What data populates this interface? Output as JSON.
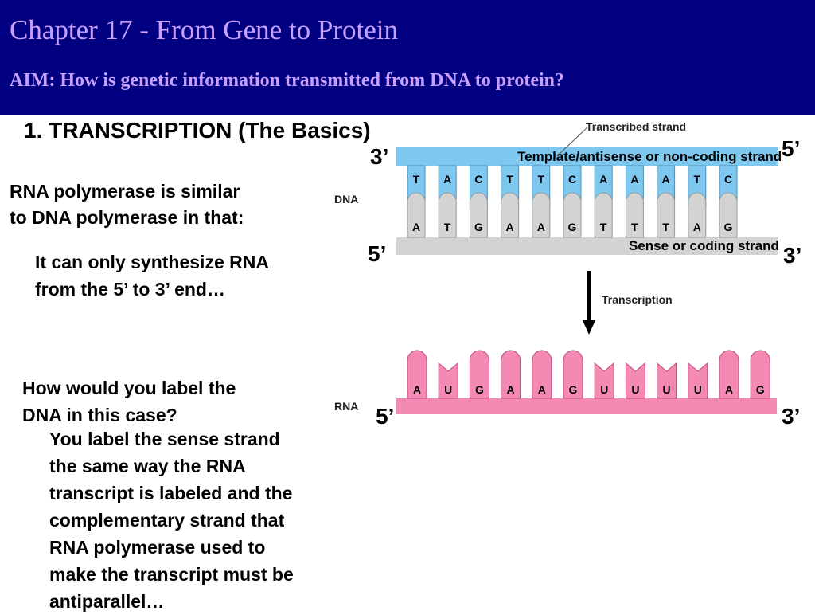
{
  "slide": {
    "title": "Chapter 17 - From Gene to Protein",
    "aim": "AIM: How is genetic information transmitted from DNA to protein?",
    "section_heading": "1. TRANSCRIPTION (The Basics)",
    "question1": [
      "RNA polymerase is similar",
      "to DNA polymerase in that:"
    ],
    "answer1": [
      "It can only synthesize RNA",
      "from the 5’ to 3’ end…"
    ],
    "question2": [
      "How would you label the",
      "DNA in this case?"
    ],
    "answer2": [
      "You label the sense strand",
      "the same way the RNA",
      "transcript is labeled and the",
      "complementary strand that",
      "RNA polymerase used to",
      "make the transcript must be",
      "antiparallel…"
    ]
  },
  "diagram": {
    "labels": {
      "transcribed_strand": "Transcribed strand",
      "template_strand": "Template/antisense or non-coding strand",
      "sense_strand": "Sense or coding strand",
      "dna": "DNA",
      "rna": "RNA",
      "transcription": "Transcription",
      "template_left_end": "3’",
      "template_right_end": "5’",
      "sense_left_end": "5’",
      "sense_right_end": "3’",
      "rna_left_end": "5’",
      "rna_right_end": "3’"
    },
    "template_bases": [
      "T",
      "A",
      "C",
      "T",
      "T",
      "C",
      "A",
      "A",
      "A",
      "T",
      "C"
    ],
    "coding_bases": [
      "A",
      "T",
      "G",
      "A",
      "A",
      "G",
      "T",
      "T",
      "T",
      "A",
      "G"
    ],
    "rna_bases": [
      "A",
      "U",
      "G",
      "A",
      "A",
      "G",
      "U",
      "U",
      "U",
      "U",
      "A",
      "G"
    ],
    "colors": {
      "header": "#000080",
      "title_text": "#c9a0ff",
      "template_blue": "#7ec8f0",
      "coding_gray": "#d3d3d3",
      "rna_pink": "#f48ab4"
    }
  }
}
